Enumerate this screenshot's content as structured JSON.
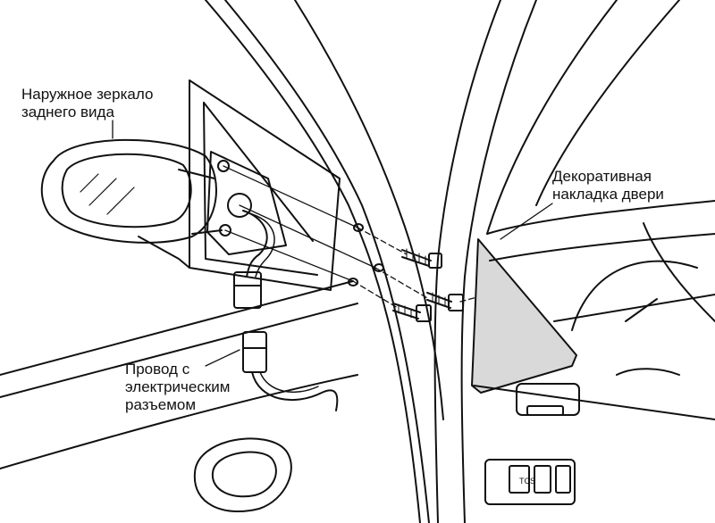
{
  "labels": {
    "mirror": [
      "Наружное зеркало",
      "заднего вида"
    ],
    "trim": [
      "Декоративная",
      "накладка двери"
    ],
    "wire": [
      "Провод с",
      "электрическим",
      "разъемом"
    ]
  },
  "panel_texts": {
    "tcs": "TCS"
  },
  "colors": {
    "line": "#111111",
    "trim_fill": "#d9d9d9",
    "background": "#ffffff"
  }
}
